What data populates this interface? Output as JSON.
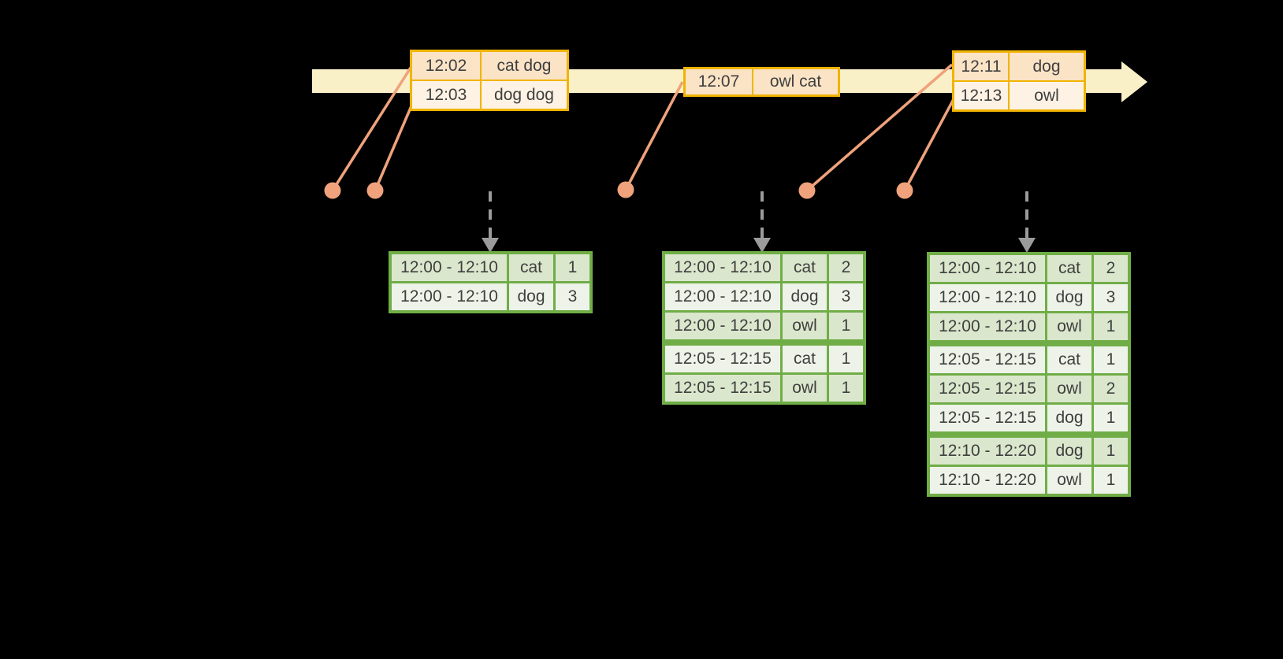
{
  "colors": {
    "background": "#000000",
    "timeline_fill": "#FAF0C8",
    "event_border": "#F0B400",
    "event_row_dark": "#FBE3C6",
    "event_row_light": "#FDF2E3",
    "result_border": "#70AD47",
    "result_row_dark": "#DBE7CC",
    "result_row_light": "#EEF3E9",
    "connector": "#EFA27B",
    "trigger_arrow": "#9B9B9B",
    "text": "#3F3F3F"
  },
  "event_tables": [
    {
      "rows": [
        [
          "12:02",
          "cat dog"
        ],
        [
          "12:03",
          "dog dog"
        ]
      ]
    },
    {
      "rows": [
        [
          "12:07",
          "owl cat"
        ]
      ]
    },
    {
      "rows": [
        [
          "12:11",
          "dog"
        ],
        [
          "12:13",
          "owl"
        ]
      ]
    }
  ],
  "result_tables": [
    {
      "group_breaks": [],
      "rows": [
        [
          "12:00 - 12:10",
          "cat",
          "1"
        ],
        [
          "12:00 - 12:10",
          "dog",
          "3"
        ]
      ]
    },
    {
      "group_breaks": [
        3
      ],
      "rows": [
        [
          "12:00 - 12:10",
          "cat",
          "2"
        ],
        [
          "12:00 - 12:10",
          "dog",
          "3"
        ],
        [
          "12:00 - 12:10",
          "owl",
          "1"
        ],
        [
          "12:05 - 12:15",
          "cat",
          "1"
        ],
        [
          "12:05 - 12:15",
          "owl",
          "1"
        ]
      ]
    },
    {
      "group_breaks": [
        3,
        6
      ],
      "rows": [
        [
          "12:00 - 12:10",
          "cat",
          "2"
        ],
        [
          "12:00 - 12:10",
          "dog",
          "3"
        ],
        [
          "12:00 - 12:10",
          "owl",
          "1"
        ],
        [
          "12:05 - 12:15",
          "cat",
          "1"
        ],
        [
          "12:05 - 12:15",
          "owl",
          "2"
        ],
        [
          "12:05 - 12:15",
          "dog",
          "1"
        ],
        [
          "12:10 - 12:20",
          "dog",
          "1"
        ],
        [
          "12:10 - 12:20",
          "owl",
          "1"
        ]
      ]
    }
  ]
}
